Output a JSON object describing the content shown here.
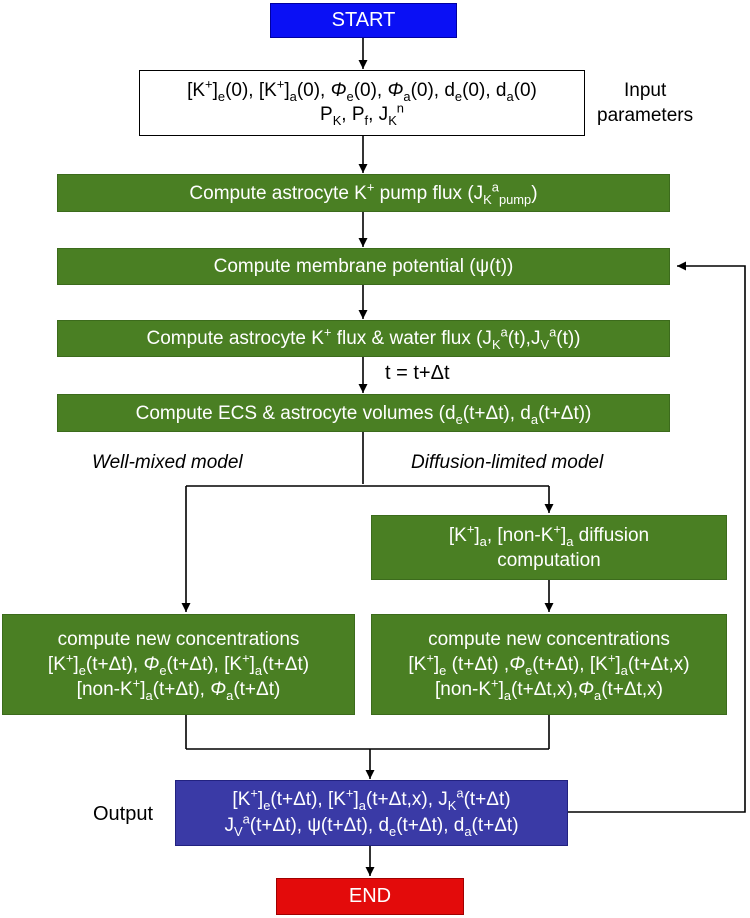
{
  "start": {
    "label": "START"
  },
  "end": {
    "label": "END"
  },
  "inputs": {
    "line1": "[K+]e(0), [K+]a(0), Φe(0), Φa(0), de(0), da(0)",
    "line2": "PK, Pf, JKn",
    "side_label_1": "Input",
    "side_label_2": "parameters"
  },
  "steps": {
    "pump_flux": "Compute astrocyte K+ pump flux (JKapump)",
    "membrane_potential": "Compute membrane potential (ψ(t))",
    "k_water_flux": "Compute astrocyte K+ flux & water flux (JKa(t),JVa(t))",
    "time_step": "t = t+Δt",
    "volumes": "Compute ECS & astrocyte volumes (de(t+Δt), da(t+Δt))"
  },
  "branches": {
    "well_mixed": "Well-mixed model",
    "diffusion_limited": "Diffusion-limited model"
  },
  "diffusion": {
    "line1": "[K+]a, [non-K+]a diffusion",
    "line2": "computation"
  },
  "well_mixed_box": {
    "title": "compute new concentrations",
    "line1": "[K+]e(t+Δt), Φe(t+Δt), [K+]a(t+Δt)",
    "line2": "[non-K+]a(t+Δt), Φa(t+Δt)"
  },
  "diffusion_box": {
    "title": "compute new concentrations",
    "line1": "[K+]e (t+Δt) ,Φe(t+Δt), [K+]a(t+Δt,x)",
    "line2": "[non-K+]a(t+Δt,x),Φa(t+Δt,x)"
  },
  "output": {
    "label": "Output",
    "line1": "[K+]e(t+Δt), [K+]a(t+Δt,x), JKa(t+Δt)",
    "line2": "JVa(t+Δt), ψ(t+Δt), de(t+Δt), da(t+Δt)"
  },
  "colors": {
    "step_green": "#4a7f23",
    "start_blue": "#0a10f5",
    "output_blue": "#3a3aa6",
    "end_red": "#e30b0b"
  }
}
